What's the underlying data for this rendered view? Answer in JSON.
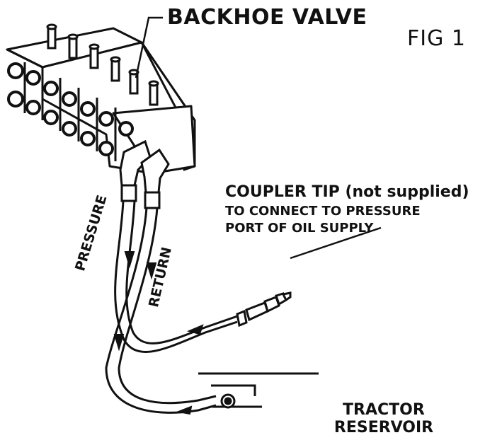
{
  "labels": {
    "backhoe_valve": "BACKHOE VALVE",
    "fig": "FIG 1",
    "coupler_line1": "COUPLER TIP (not supplied)",
    "coupler_line2": "TO CONNECT TO PRESSURE",
    "coupler_line3": "PORT OF OIL SUPPLY",
    "pressure": "PRESSURE",
    "return": "RETURN",
    "tractor_line1": "TRACTOR",
    "tractor_line2": "RESERVOIR"
  },
  "colors": {
    "ink": "#111111",
    "paper": "#ffffff"
  }
}
